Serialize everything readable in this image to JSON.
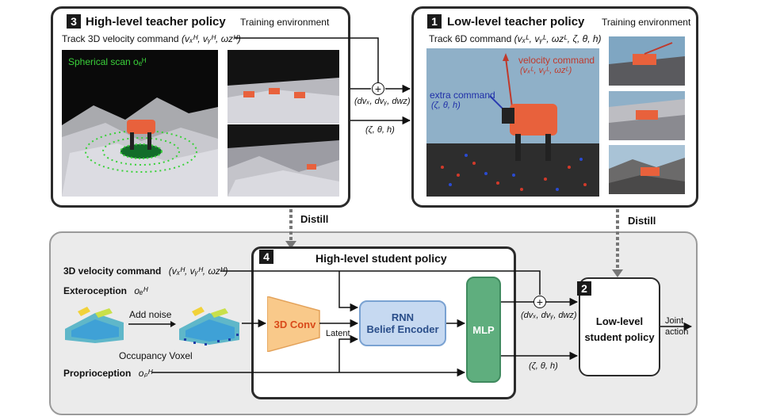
{
  "high_teacher": {
    "badge": "3",
    "title": "High-level teacher policy",
    "env_label": "Training environment",
    "command": "Track 3D velocity command",
    "command_vars": "(vₓᴴ, vᵧᴴ, ωzᴴ)",
    "scan_label": "Spherical scan oₑᴴ"
  },
  "low_teacher": {
    "badge": "1",
    "title": "Low-level teacher policy",
    "env_label": "Training environment",
    "command": "Track 6D command",
    "command_vars": "(vₓᴸ, vᵧᴸ, ωzᴸ, ζ, θ, h)",
    "velocity_label": "velocity command",
    "velocity_vars": "(vₓᴸ, vᵧᴸ, ωzᴸ)",
    "extra_label": "extra command",
    "extra_vars": "(ζ, θ, h)"
  },
  "top_connections": {
    "delta_label": "(dvₓ, dvᵧ, dwz)",
    "extra_label": "(ζ, θ, h)"
  },
  "distill": {
    "left": "Distill",
    "right": "Distill"
  },
  "student": {
    "badge": "4",
    "title": "High-level student policy",
    "inputs": {
      "velocity_cmd": "3D velocity command",
      "velocity_vars": "(vₓᴴ, vᵧᴴ, ωzᴴ)",
      "exteroception": "Exteroception",
      "extero_var": "oₑᴴ",
      "add_noise": "Add noise",
      "voxel_label": "Occupancy Voxel",
      "proprioception": "Proprioception",
      "proprio_var": "oₚᴴ"
    },
    "conv": "3D Conv",
    "latent": "Latent",
    "rnn_line1": "RNN",
    "rnn_line2": "Belief Encoder",
    "mlp": "MLP",
    "delta_label": "(dvₓ, dvᵧ, dwz)",
    "extra_label": "(ζ, θ, h)"
  },
  "low_student": {
    "badge": "2",
    "line1": "Low-level",
    "line2": "student policy",
    "output1": "Joint",
    "output2": "action"
  },
  "colors": {
    "conv_fill": "#f9c98a",
    "rnn_fill": "#c6d9f1",
    "mlp_fill": "#5fae7e",
    "grey_panel": "#e6e6e6",
    "teal": "#2aa198"
  }
}
